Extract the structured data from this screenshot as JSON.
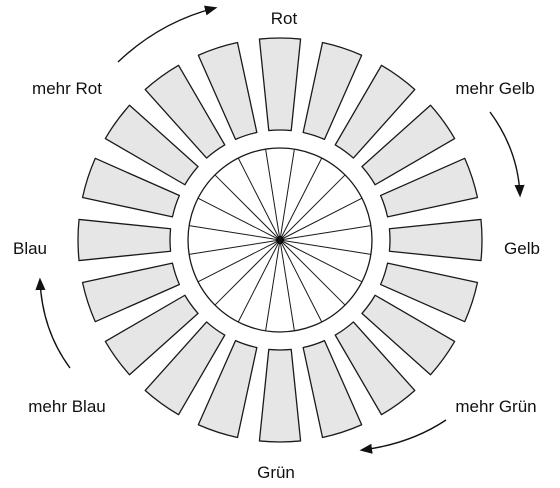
{
  "labels": {
    "top": "Rot",
    "upper_right": "mehr Gelb",
    "right": "Gelb",
    "lower_right": "mehr Grün",
    "bottom": "Grün",
    "lower_left": "mehr Blau",
    "left": "Blau",
    "upper_left": "mehr Rot"
  },
  "wheel": {
    "segment_count": 20,
    "segment_fill": "#e6e6e6",
    "stroke_color": "#1a1a1a"
  }
}
